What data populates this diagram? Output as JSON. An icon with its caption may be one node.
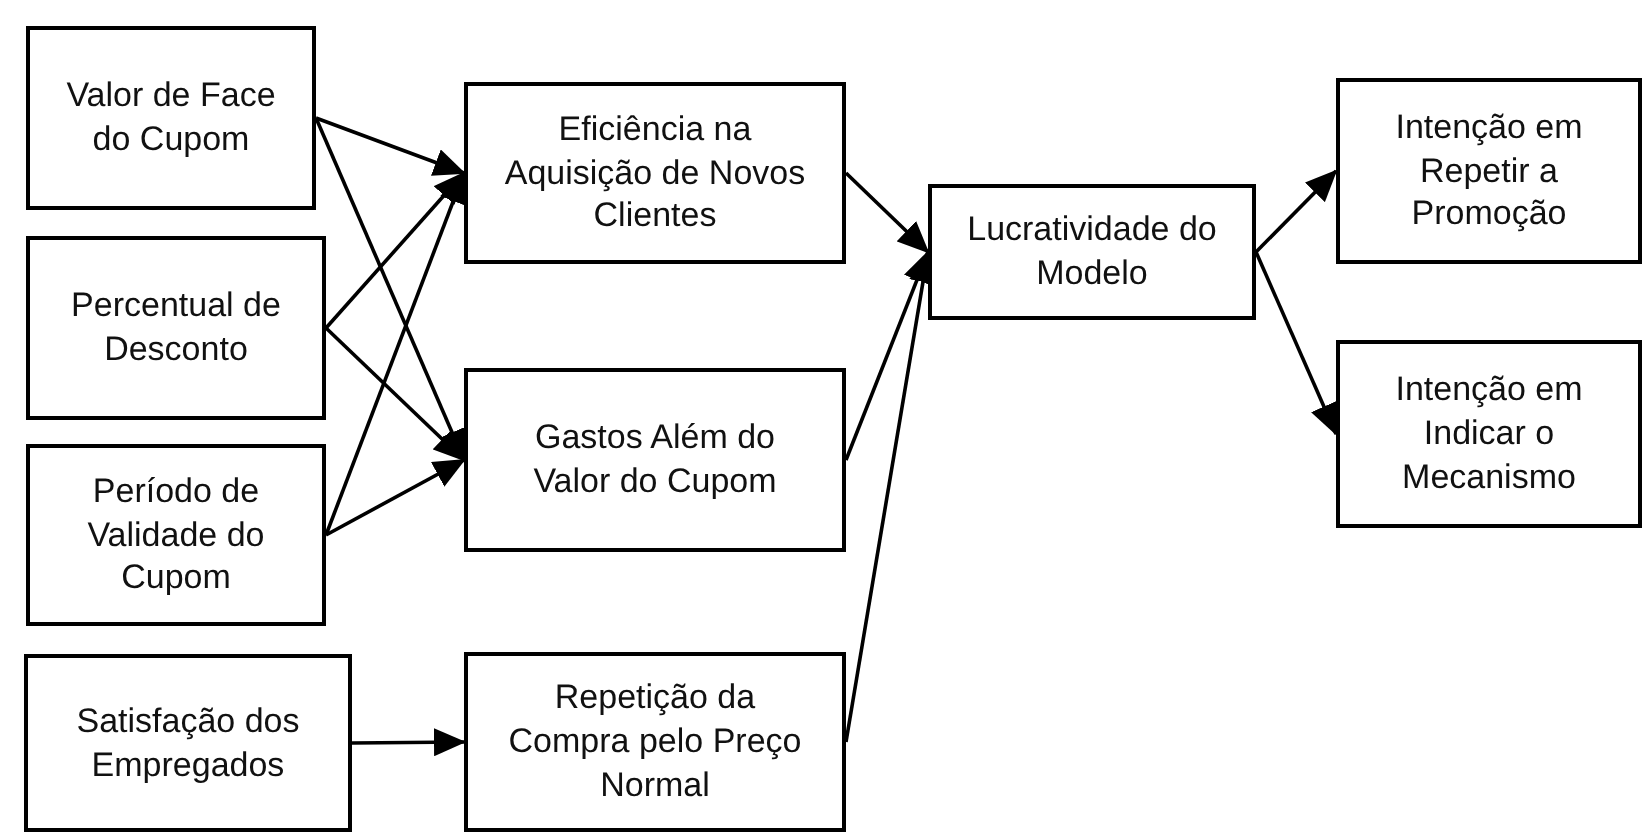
{
  "diagram": {
    "nodes": [
      {
        "text": [
          "Valor de Face do Cupom"
        ]
      },
      {
        "text": [
          "Percentual de Desconto"
        ]
      },
      {
        "text": [
          "Período de Validade do Cupom"
        ]
      },
      {
        "text": [
          "Satisfação dos Empregados"
        ]
      },
      {
        "text": [
          "Eficiência na Aquisição de Novos Clientes"
        ]
      },
      {
        "text": [
          "Gastos Além do Valor do Cupom"
        ]
      },
      {
        "text": [
          "Repetição da Compra pelo Preço Normal"
        ]
      },
      {
        "text": [
          "Lucratividade do Modelo"
        ]
      },
      {
        "text": [
          "Intenção em Repetir a Promoção"
        ]
      },
      {
        "text": [
          "Intenção em Indicar o Mecanismo"
        ]
      }
    ],
    "edges": [
      {
        "from": 0,
        "to": 4,
        "arrow": "to"
      },
      {
        "from": 0,
        "to": 5,
        "arrow": "to"
      },
      {
        "from": 1,
        "to": 4,
        "arrow": "to"
      },
      {
        "from": 1,
        "to": 5,
        "arrow": "to"
      },
      {
        "from": 2,
        "to": 4,
        "arrow": "to"
      },
      {
        "from": 2,
        "to": 5,
        "arrow": "to"
      },
      {
        "from": 3,
        "to": 6,
        "arrow": "to"
      },
      {
        "from": 4,
        "to": 7,
        "arrow": "to"
      },
      {
        "from": 5,
        "to": 7,
        "arrow": "to"
      },
      {
        "from": 6,
        "to": 7,
        "arrow": "to"
      },
      {
        "from": 7,
        "to": 8,
        "arrow": "to"
      },
      {
        "from": 7,
        "to": 9,
        "arrow": "to"
      }
    ]
  }
}
